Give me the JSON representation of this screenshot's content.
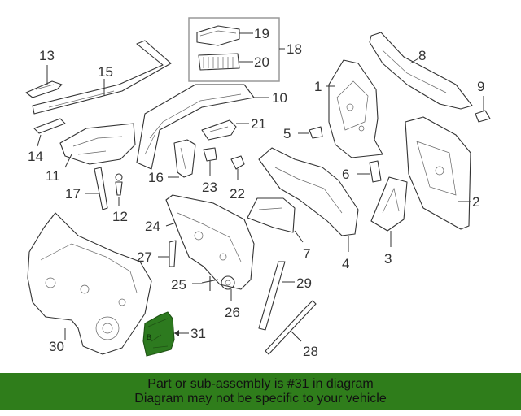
{
  "diagram": {
    "highlight_color": "#2d7a1f",
    "callouts": {
      "n1": "1",
      "n2": "2",
      "n3": "3",
      "n4": "4",
      "n5": "5",
      "n6": "6",
      "n7": "7",
      "n8": "8",
      "n9": "9",
      "n10": "10",
      "n11": "11",
      "n12": "12",
      "n13": "13",
      "n14": "14",
      "n15": "15",
      "n16": "16",
      "n17": "17",
      "n18": "18",
      "n19": "19",
      "n20": "20",
      "n21": "21",
      "n22": "22",
      "n23": "23",
      "n24": "24",
      "n25": "25",
      "n26": "26",
      "n27": "27",
      "n28": "28",
      "n29": "29",
      "n30": "30",
      "n31": "31"
    }
  },
  "banner": {
    "line1": "Part or sub-assembly is #31 in diagram",
    "line2": "Diagram may not be specific to your vehicle",
    "color": "#2f7d1b"
  }
}
